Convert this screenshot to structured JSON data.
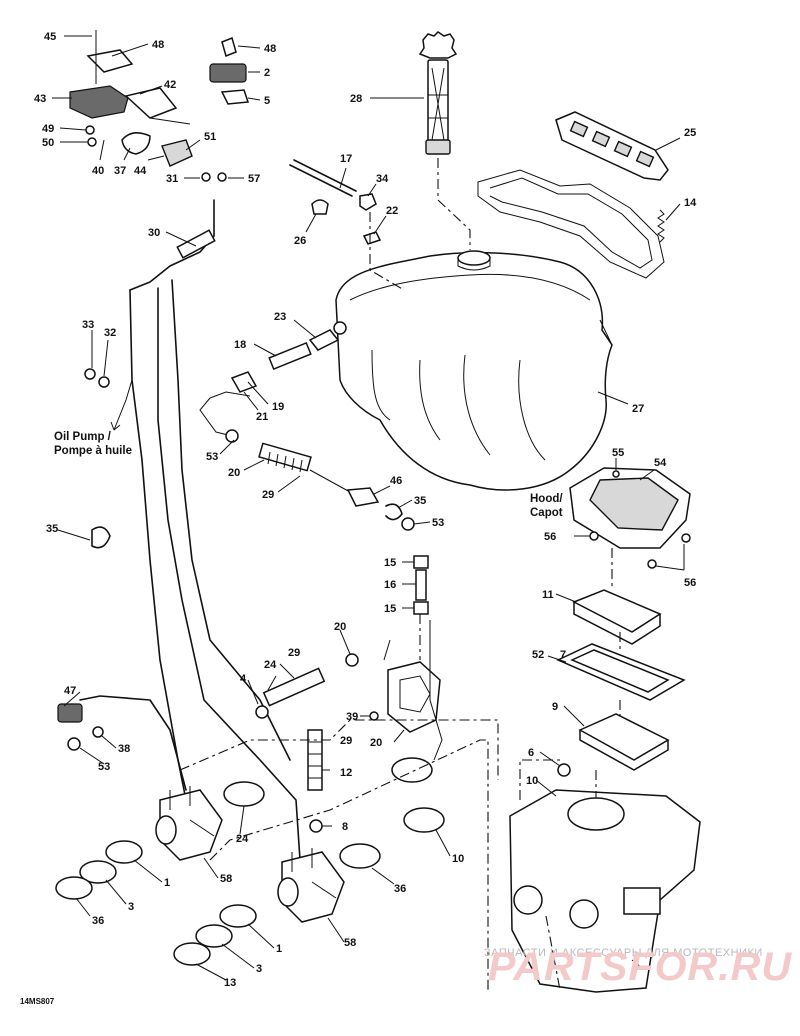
{
  "diagram_code": "14MS807",
  "notes": {
    "oil_pump": [
      "Oil Pump /",
      "Pompe à huile"
    ],
    "hood": [
      "Hood/",
      "Capot"
    ]
  },
  "watermark": {
    "tagline": "ЗАПЧАСТИ И АКСЕССУАРЫ ДЛЯ МОТОТЕХНИКИ",
    "brand": "PARTSFOR.RU"
  },
  "callouts": [
    "45",
    "48",
    "43",
    "42",
    "49",
    "50",
    "40",
    "37",
    "44",
    "51",
    "48",
    "2",
    "5",
    "31",
    "57",
    "30",
    "28",
    "17",
    "34",
    "22",
    "26",
    "25",
    "14",
    "33",
    "32",
    "23",
    "18",
    "21",
    "19",
    "27",
    "53",
    "20",
    "29",
    "46",
    "35",
    "53",
    "55",
    "54",
    "56",
    "56",
    "35",
    "15",
    "16",
    "15",
    "11",
    "52",
    "47",
    "38",
    "53",
    "20",
    "29",
    "24",
    "4",
    "39",
    "20",
    "29",
    "12",
    "7",
    "9",
    "6",
    "10",
    "24",
    "8",
    "10",
    "36",
    "1",
    "3",
    "58",
    "36",
    "1",
    "3",
    "58",
    "13"
  ]
}
